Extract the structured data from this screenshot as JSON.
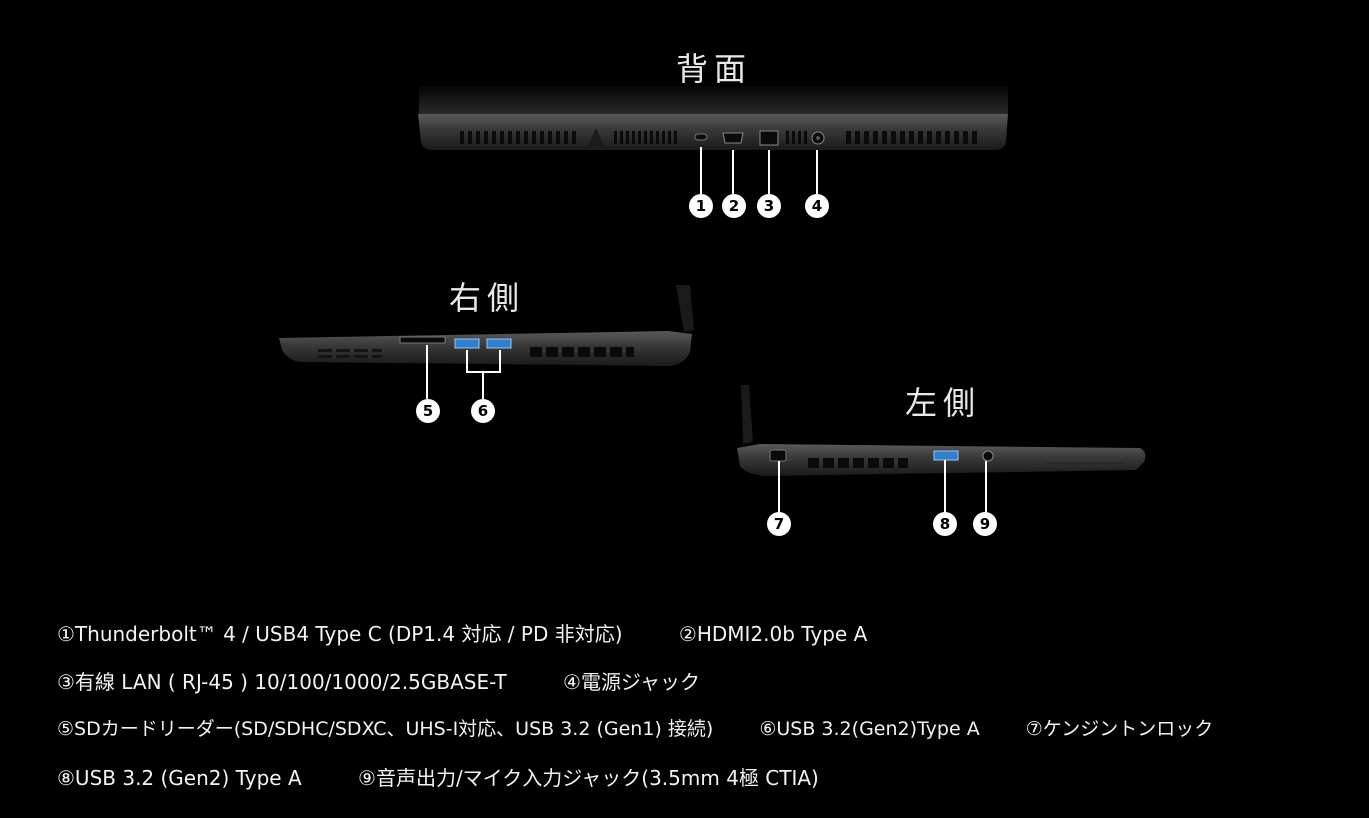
{
  "views": {
    "back": {
      "title": "背面"
    },
    "right": {
      "title": "右側"
    },
    "left": {
      "title": "左側"
    }
  },
  "callouts": [
    "1",
    "2",
    "3",
    "4",
    "5",
    "6",
    "7",
    "8",
    "9"
  ],
  "specs": {
    "line1": [
      "①Thunderbolt™ 4 / USB4 Type C (DP1.4 対応 / PD 非対応)",
      "②HDMI2.0b Type A"
    ],
    "line2": [
      "③有線 LAN ( RJ-45 ) 10/100/1000/2.5GBASE-T",
      "④電源ジャック"
    ],
    "line3": [
      "⑤SDカードリーダー(SD/SDHC/SDXC、UHS-I対応、USB 3.2 (Gen1) 接続)",
      "⑥USB 3.2(Gen2)Type A",
      "⑦ケンジントンロック"
    ],
    "line4": [
      "⑧USB 3.2 (Gen2) Type A",
      "⑨音声出力/マイク入力ジャック(3.5mm 4極 CTIA)"
    ]
  },
  "colors": {
    "background": "#000000",
    "chassis": "#3c3c3c",
    "usb_blue": "#2f7fd0",
    "callout_badge": "#ffffff"
  }
}
